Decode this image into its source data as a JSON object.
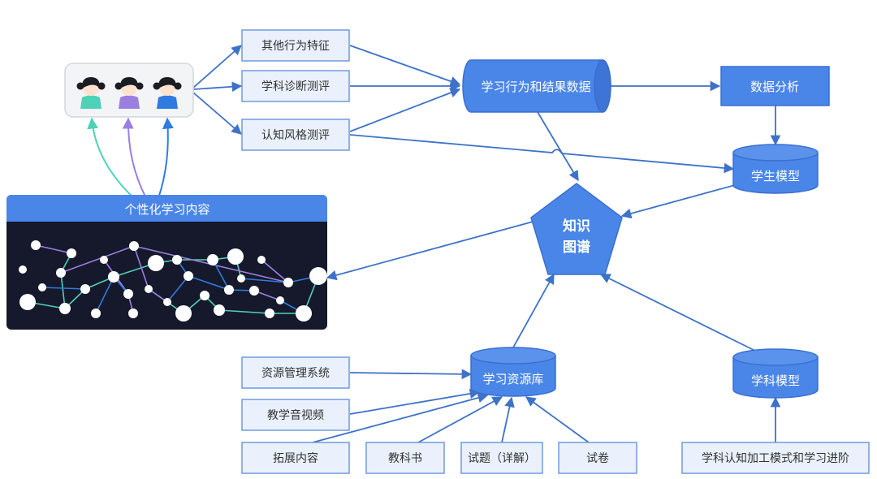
{
  "colors": {
    "primary": "#4a86e8",
    "box_fill": "#eaf1fc",
    "box_border": "#6f9ae0",
    "text_dark": "#333333",
    "arrow": "#3d72c8",
    "panel_dark": "#15192b",
    "panel_header": "#4a86e8",
    "teal": "#4fd1b8",
    "purple": "#9b7fe0"
  },
  "learners": {
    "students": [
      {
        "name": "student-1",
        "shirt": "#4fd1b8"
      },
      {
        "name": "student-2",
        "shirt": "#9b7fe0"
      },
      {
        "name": "student-3",
        "shirt": "#2f7be0"
      }
    ]
  },
  "inputs": {
    "other_behavior": "其他行为特征",
    "subject_diagnosis": "学科诊断测评",
    "cognitive_style": "认知风格测评"
  },
  "nodes": {
    "behavior_data": "学习行为和结果数据",
    "data_analysis": "数据分析",
    "student_model": "学生模型",
    "knowledge_graph_line1": "知识",
    "knowledge_graph_line2": "图谱",
    "resource_library": "学习资源库",
    "subject_model": "学科模型"
  },
  "personalized": {
    "title": "个性化学习内容"
  },
  "resources": {
    "management_system": "资源管理系统",
    "teaching_av": "教学音视频",
    "extended_content": "拓展内容",
    "textbook": "教科书",
    "exercises": "试题（详解）",
    "papers": "试卷"
  },
  "subject_cognition": "学科认知加工模式和学习进阶"
}
